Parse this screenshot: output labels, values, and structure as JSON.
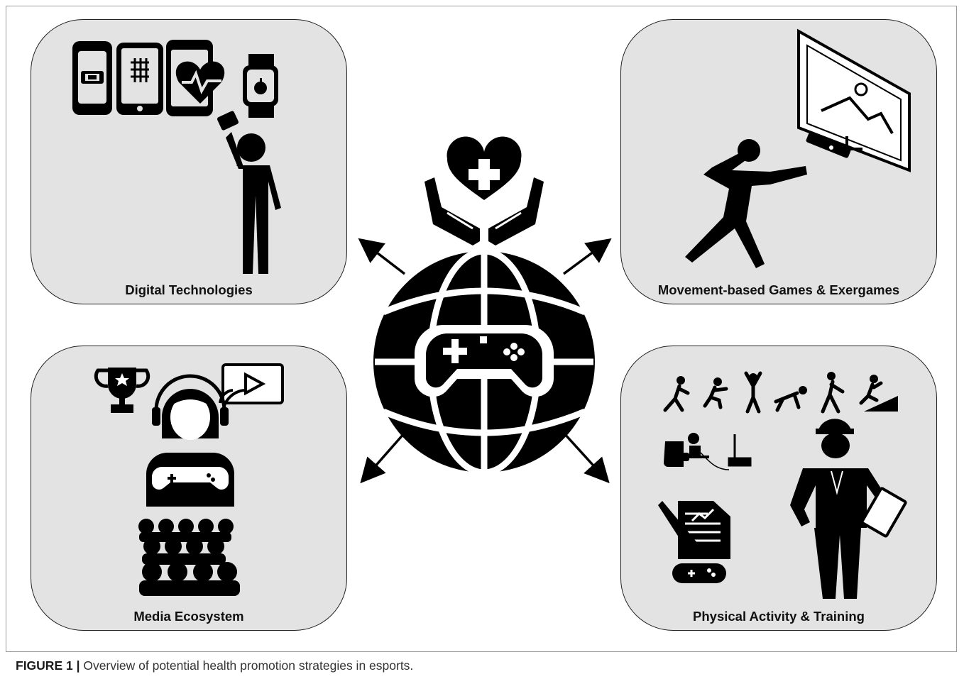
{
  "panels": {
    "top_left": {
      "label": "Digital Technologies"
    },
    "top_right": {
      "label": "Movement-based Games & Exergames"
    },
    "bottom_left": {
      "label": "Media Ecosystem"
    },
    "bottom_right": {
      "label": "Physical Activity & Training"
    }
  },
  "caption": {
    "figure_label": "FIGURE 1 |",
    "text": " Overview of potential health promotion strategies in esports."
  },
  "icons": [
    "smartphone-dumbbell-icon",
    "tablet-grid-icon",
    "phone-heart-rate-icon",
    "smartwatch-icon",
    "person-selfie-icon",
    "tv-camera-icon",
    "exergame-player-icon",
    "trophy-icon",
    "streamer-headset-icon",
    "video-play-icon",
    "audience-crowd-icon",
    "exercise-poses-icon",
    "gamer-chair-icon",
    "coach-icon",
    "report-pencil-icon",
    "gamepad-icon",
    "caring-hands-heart-icon",
    "globe-gamepad-icon",
    "arrow-icon"
  ],
  "colors": {
    "panel_bg": "#e3e3e3",
    "icon": "#000000",
    "border": "#222222"
  }
}
